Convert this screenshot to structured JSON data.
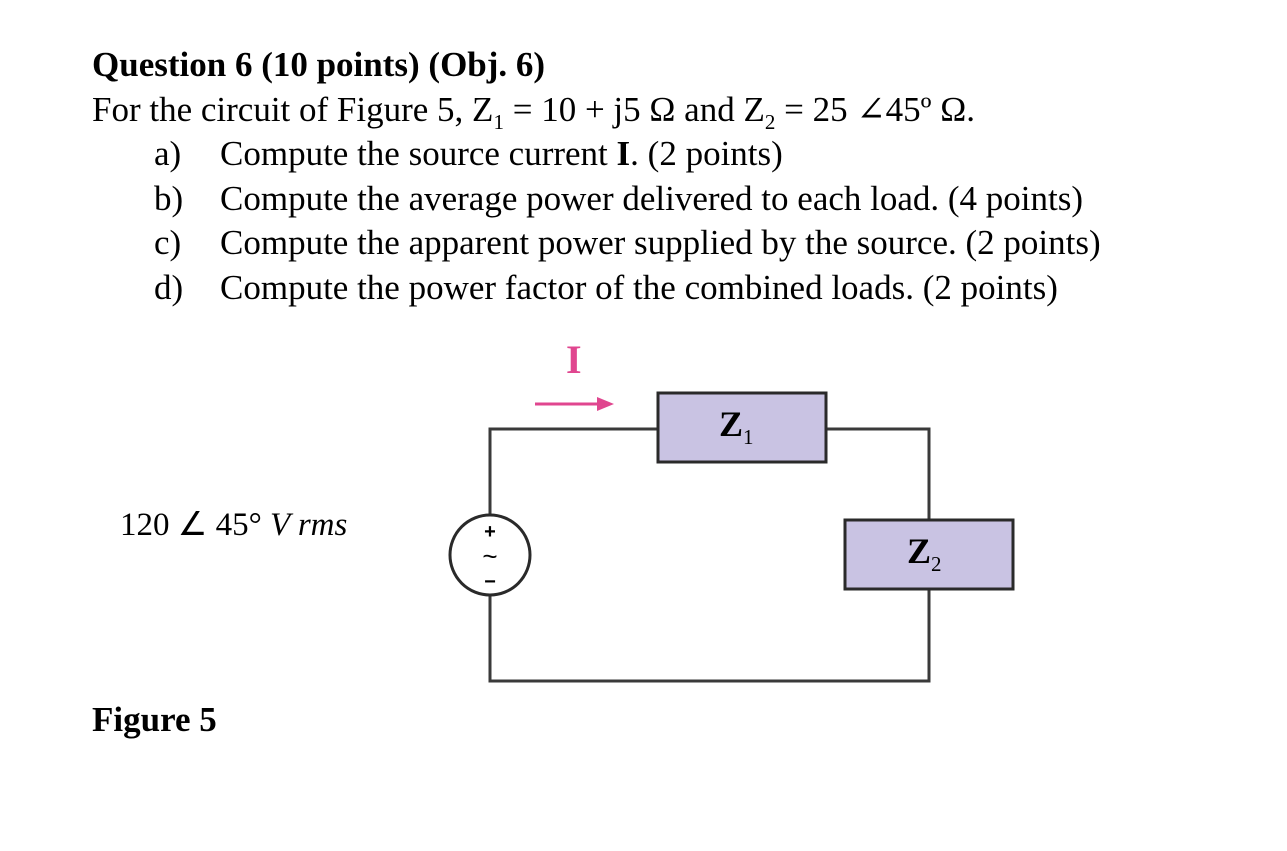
{
  "question": {
    "heading": "Question 6 (10 points) (Obj. 6)",
    "intro": {
      "text_a": "For the circuit of Figure 5, Z",
      "sub_1": "1",
      "text_b": " = 10 + j5 Ω and Z",
      "sub_2": "2",
      "text_c": " = 25 ∠45º Ω."
    },
    "parts": [
      {
        "letter": "a)",
        "pre": "Compute the source current ",
        "bold": "I",
        "post": ". (2 points)"
      },
      {
        "letter": "b)",
        "pre": "Compute the average power delivered to each load. (4 points)",
        "bold": "",
        "post": ""
      },
      {
        "letter": "c)",
        "pre": "Compute the apparent power supplied by the source. (2 points)",
        "bold": "",
        "post": ""
      },
      {
        "letter": "d)",
        "pre": "Compute the power factor of the combined loads. (2 points)",
        "bold": "",
        "post": ""
      }
    ]
  },
  "figure": {
    "label": "Figure 5",
    "source": {
      "magnitude": "120",
      "angle": "∠ 45°",
      "unit": "V rms",
      "plus": "+",
      "minus": "−",
      "tilde": "~"
    },
    "current": {
      "label": "I"
    },
    "z1": {
      "symbol": "Z",
      "sub": "1"
    },
    "z2": {
      "symbol": "Z",
      "sub": "2"
    },
    "colors": {
      "impedance_fill": "#c9c3e3",
      "arrow": "#e0468f",
      "wire": "#3a3a3a"
    }
  }
}
